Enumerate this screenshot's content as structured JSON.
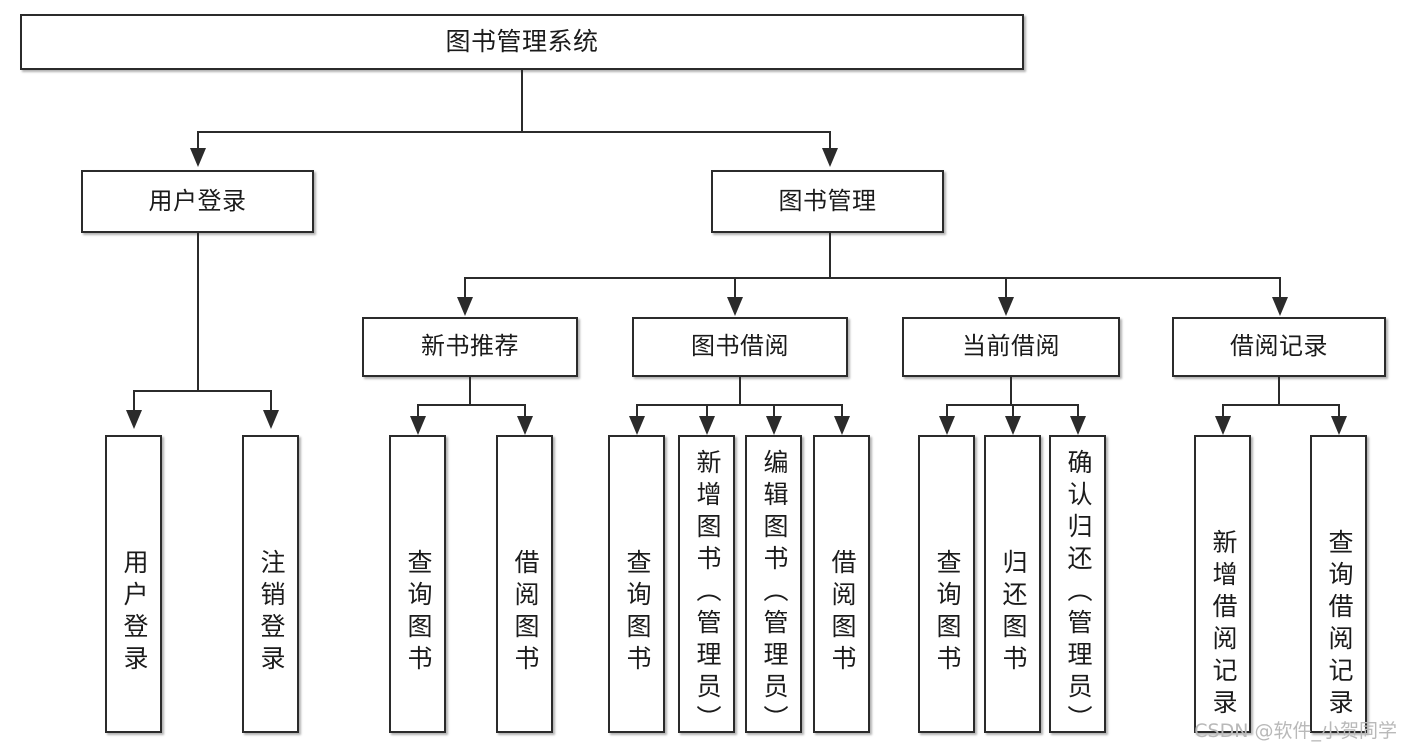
{
  "diagram": {
    "type": "tree-hierarchy",
    "title": "图书管理系统",
    "watermark": "CSDN @软件_小贺同学",
    "colors": {
      "border": "#2b2b2b",
      "background": "#ffffff",
      "text": "#1b1b1b",
      "watermark": "#b9b9b9"
    },
    "nodes": {
      "root": {
        "label": "图书管理系统"
      },
      "level1": [
        {
          "id": "user-login",
          "label": "用户登录"
        },
        {
          "id": "book-management",
          "label": "图书管理"
        }
      ],
      "level2": [
        {
          "id": "new-book-recommend",
          "label": "新书推荐"
        },
        {
          "id": "book-borrow",
          "label": "图书借阅"
        },
        {
          "id": "current-borrow",
          "label": "当前借阅"
        },
        {
          "id": "borrow-record",
          "label": "借阅记录"
        }
      ],
      "leaves": {
        "user_login": [
          {
            "id": "leaf-user-login",
            "label": "用户登录"
          },
          {
            "id": "leaf-logout-login",
            "label": "注销登录"
          }
        ],
        "new_book_recommend": [
          {
            "id": "leaf-query-book-1",
            "label": "查询图书"
          },
          {
            "id": "leaf-borrow-book-1",
            "label": "借阅图书"
          }
        ],
        "book_borrow": [
          {
            "id": "leaf-query-book-2",
            "label": "查询图书"
          },
          {
            "id": "leaf-add-book",
            "label": "新增图书（管理员）"
          },
          {
            "id": "leaf-edit-book",
            "label": "编辑图书（管理员）"
          },
          {
            "id": "leaf-borrow-book-2",
            "label": "借阅图书"
          }
        ],
        "current_borrow": [
          {
            "id": "leaf-query-book-3",
            "label": "查询图书"
          },
          {
            "id": "leaf-return-book",
            "label": "归还图书"
          },
          {
            "id": "leaf-confirm-return",
            "label": "确认归还（管理员）"
          }
        ],
        "borrow_record": [
          {
            "id": "leaf-add-borrow-record",
            "label": "新增借阅记录"
          },
          {
            "id": "leaf-query-borrow-record",
            "label": "查询借阅记录"
          }
        ]
      }
    }
  }
}
